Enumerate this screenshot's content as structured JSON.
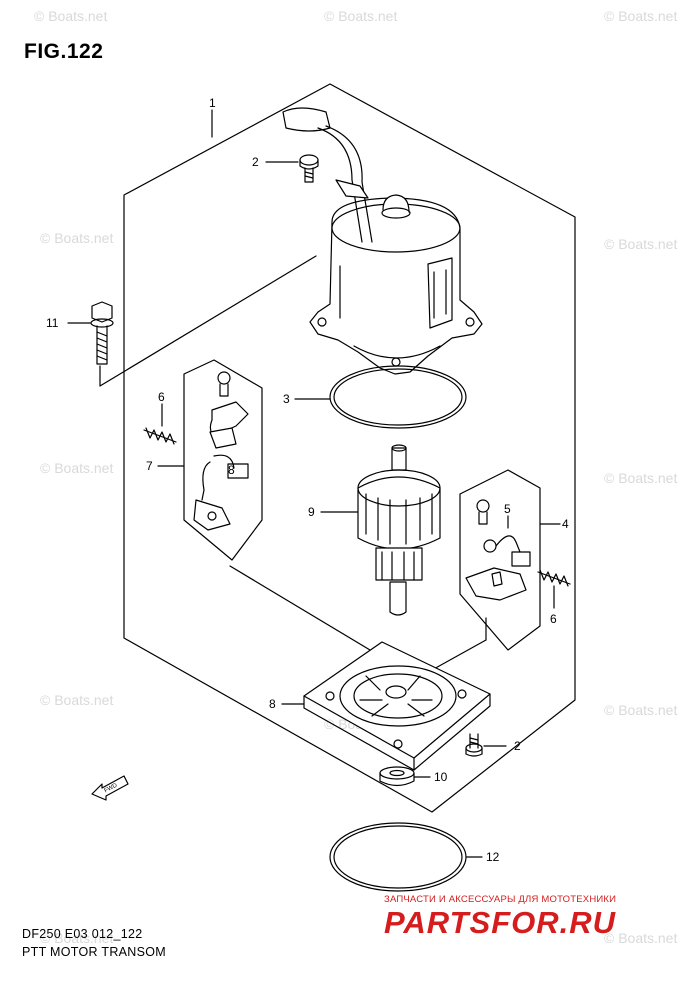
{
  "figure": {
    "title": "FIG.122",
    "caption_line1": "DF250 E03 012_122",
    "caption_line2": "PTT MOTOR TRANSOM"
  },
  "watermark": {
    "text": "© Boats.net"
  },
  "promo": {
    "tagline": "ЗАПЧАСТИ И АКСЕССУАРЫ ДЛЯ МОТОТЕХНИКИ",
    "brand": "PARTSFOR.RU"
  },
  "callouts": {
    "c1": "1",
    "c2a": "2",
    "c2b": "2",
    "c3": "3",
    "c4": "4",
    "c5": "5",
    "c6a": "6",
    "c6b": "6",
    "c7": "7",
    "c8a": "8",
    "c8b": "8",
    "c9": "9",
    "c10": "10",
    "c11": "11",
    "c12": "12"
  },
  "fwd_arrow_label": "FWD",
  "colors": {
    "line": "#000000",
    "watermark": "#d9d9d9",
    "promo": "#d51d1d"
  }
}
